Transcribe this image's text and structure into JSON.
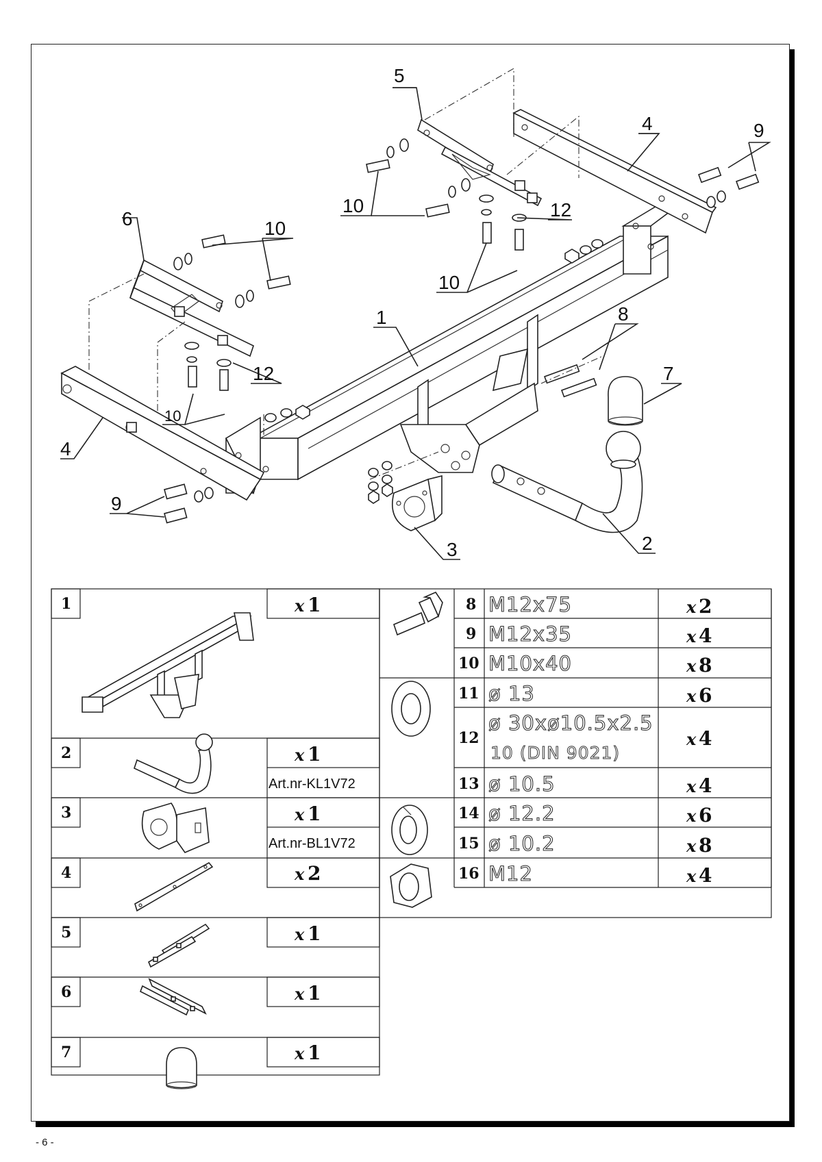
{
  "callouts": {
    "c1": "1",
    "c2": "2",
    "c3": "3",
    "c4a": "4",
    "c4b": "4",
    "c5": "5",
    "c6": "6",
    "c7": "7",
    "c8": "8",
    "c9a": "9",
    "c9b": "9",
    "c10a": "10",
    "c10b": "10",
    "c10c": "10",
    "c10d": "10",
    "c12a": "12",
    "c12b": "12"
  },
  "parts_left": [
    {
      "num": "1",
      "x": "x",
      "qty": "1",
      "art": "",
      "icon": "crossbar-icon"
    },
    {
      "num": "2",
      "x": "x",
      "qty": "1",
      "art": "Art.nr-KL1V72",
      "icon": "towball-neck-icon"
    },
    {
      "num": "3",
      "x": "x",
      "qty": "1",
      "art": "Art.nr-BL1V72",
      "icon": "socket-plate-icon"
    },
    {
      "num": "4",
      "x": "x",
      "qty": "2",
      "art": "",
      "icon": "side-bracket-icon"
    },
    {
      "num": "5",
      "x": "x",
      "qty": "1",
      "art": "",
      "icon": "bracket-right-icon"
    },
    {
      "num": "6",
      "x": "x",
      "qty": "1",
      "art": "",
      "icon": "bracket-left-icon"
    },
    {
      "num": "7",
      "x": "x",
      "qty": "1",
      "art": "",
      "icon": "ball-cover-icon"
    }
  ],
  "parts_right": [
    {
      "num": "8",
      "spec": "M12x75",
      "x": "x",
      "qty": "2"
    },
    {
      "num": "9",
      "spec": "M12x35",
      "x": "x",
      "qty": "4"
    },
    {
      "num": "10",
      "spec": "M10x40",
      "x": "x",
      "qty": "8"
    },
    {
      "num": "11",
      "spec": "ø 13",
      "x": "x",
      "qty": "6"
    },
    {
      "num": "12",
      "spec": "ø 30xø10.5x2.5",
      "spec2": "10   (DIN  9021)",
      "x": "x",
      "qty": "4"
    },
    {
      "num": "13",
      "spec": "ø 10.5",
      "x": "x",
      "qty": "4"
    },
    {
      "num": "14",
      "spec": "ø 12.2",
      "x": "x",
      "qty": "6"
    },
    {
      "num": "15",
      "spec": "ø 10.2",
      "x": "x",
      "qty": "8"
    },
    {
      "num": "16",
      "spec": "M12",
      "x": "x",
      "qty": "4"
    }
  ],
  "hardware_icons": [
    "bolt-icon",
    "flat-washer-icon",
    "spring-washer-icon",
    "hex-nut-icon"
  ],
  "page_number": "- 6 -"
}
